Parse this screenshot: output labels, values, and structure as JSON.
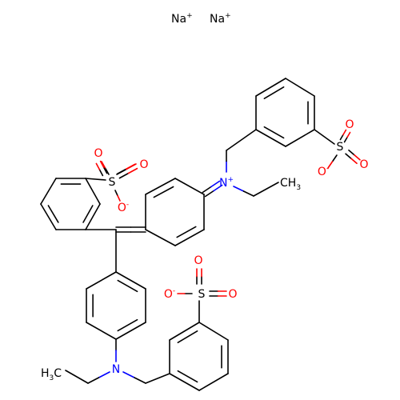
{
  "colors": {
    "bond": "#000000",
    "oxygen": "#ff0000",
    "nitrogen": "#0000ff",
    "carbon": "#000000",
    "sulfur": "#000000",
    "sodium": "#000000"
  },
  "counterions": [
    {
      "base": "Na",
      "charge": "+"
    },
    {
      "base": "Na",
      "charge": "+"
    }
  ],
  "atoms": {
    "S1": {
      "base": "S"
    },
    "S2": {
      "base": "S"
    },
    "S3": {
      "base": "S"
    },
    "O1a": {
      "base": "O"
    },
    "O1b": {
      "base": "O"
    },
    "O1c": {
      "base": "O",
      "charge": "-"
    },
    "O2a": {
      "base": "O"
    },
    "O2b": {
      "base": "O"
    },
    "O2c": {
      "base": "O",
      "charge": "-"
    },
    "O3a": {
      "base": "O"
    },
    "O3b": {
      "base": "O"
    },
    "O3c": {
      "base": "O",
      "charge": "-"
    },
    "N1": {
      "base": "N",
      "charge": "+"
    },
    "N2": {
      "base": "N"
    },
    "CH3a": {
      "base": "CH",
      "subscript": "3"
    },
    "H3Cb": {
      "prefix": "H",
      "subscript": "3",
      "base": "C"
    }
  }
}
